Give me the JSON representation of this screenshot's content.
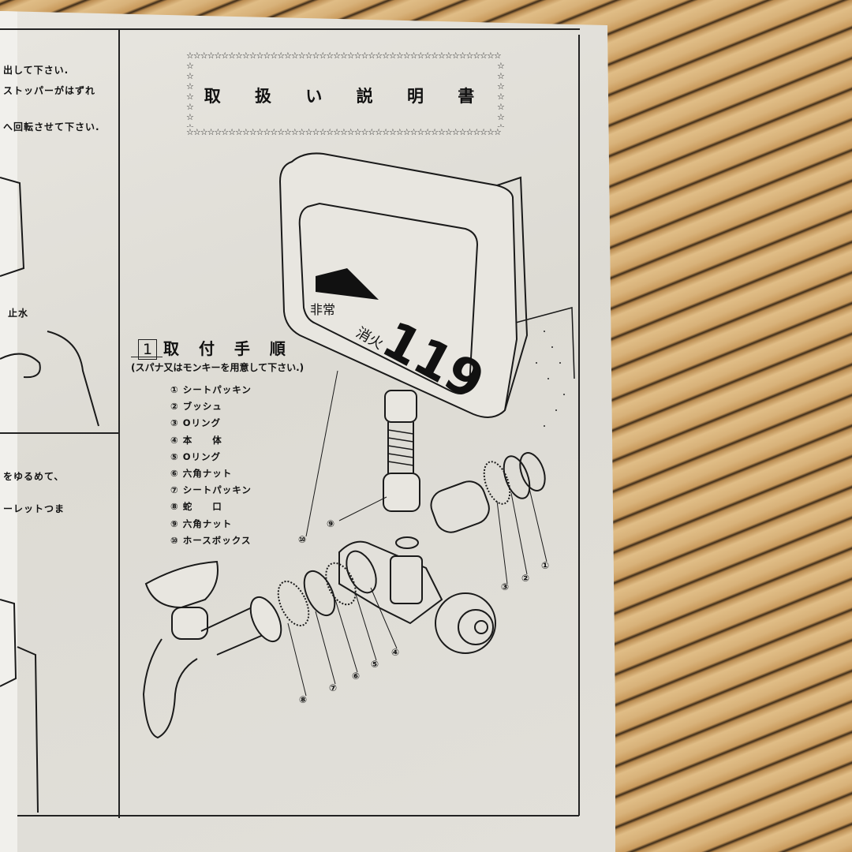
{
  "document": {
    "title": "取 扱 い 説 明 書",
    "left_column": {
      "lines_top": [
        "出して下さい.",
        "ストッパーがはずれ",
        "へ回転させて下さい."
      ],
      "label_stop_water": "止水",
      "lines_bottom": [
        "をゆるめて、",
        "ーレットつま"
      ]
    },
    "section": {
      "number": "1",
      "heading": "取 付 手 順",
      "note": "(スパナ又はモンキーを用意して下さい.)",
      "parts": [
        {
          "num": "①",
          "name": "シートパッキン"
        },
        {
          "num": "②",
          "name": "ブッシュ"
        },
        {
          "num": "③",
          "name": "Oリング"
        },
        {
          "num": "④",
          "name": "本　　体"
        },
        {
          "num": "⑤",
          "name": "Oリング"
        },
        {
          "num": "⑥",
          "name": "六角ナット"
        },
        {
          "num": "⑦",
          "name": "シートパッキン"
        },
        {
          "num": "⑧",
          "name": "蛇　　口"
        },
        {
          "num": "⑨",
          "name": "六角ナット"
        },
        {
          "num": "⑩",
          "name": "ホースボックス"
        }
      ]
    },
    "sign_logo": {
      "number": "119",
      "text": "消火",
      "text2": "非常"
    },
    "callouts": [
      "①",
      "②",
      "③",
      "④",
      "⑤",
      "⑥",
      "⑦",
      "⑧",
      "⑨",
      "⑩"
    ]
  },
  "colors": {
    "paper": "#e4e2dc",
    "ink": "#111111",
    "bamboo": "#c99a5c"
  }
}
